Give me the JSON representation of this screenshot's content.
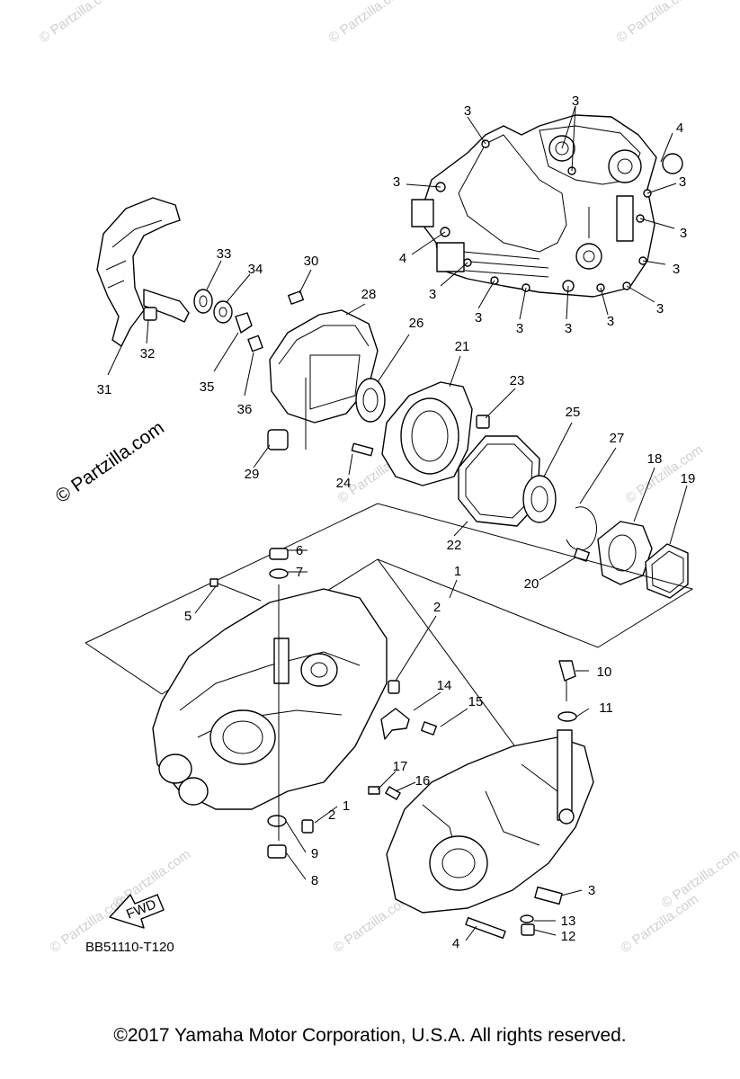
{
  "diagram": {
    "code": "BB51110-T120",
    "side_watermark": "© Partzilla.com",
    "watermark": "© Partzilla.com",
    "fwd_label": "FWD"
  },
  "footer": {
    "copyright": "©2017  Yamaha Motor Corporation, U.S.A. All rights reserved."
  },
  "callouts": [
    "1",
    "1",
    "2",
    "2",
    "3",
    "4",
    "5",
    "6",
    "7",
    "8",
    "9",
    "10",
    "11",
    "12",
    "13",
    "14",
    "15",
    "16",
    "17",
    "18",
    "19",
    "20",
    "21",
    "22",
    "23",
    "24",
    "25",
    "26",
    "27",
    "28",
    "29",
    "30",
    "31",
    "32",
    "33",
    "34",
    "35",
    "36"
  ]
}
